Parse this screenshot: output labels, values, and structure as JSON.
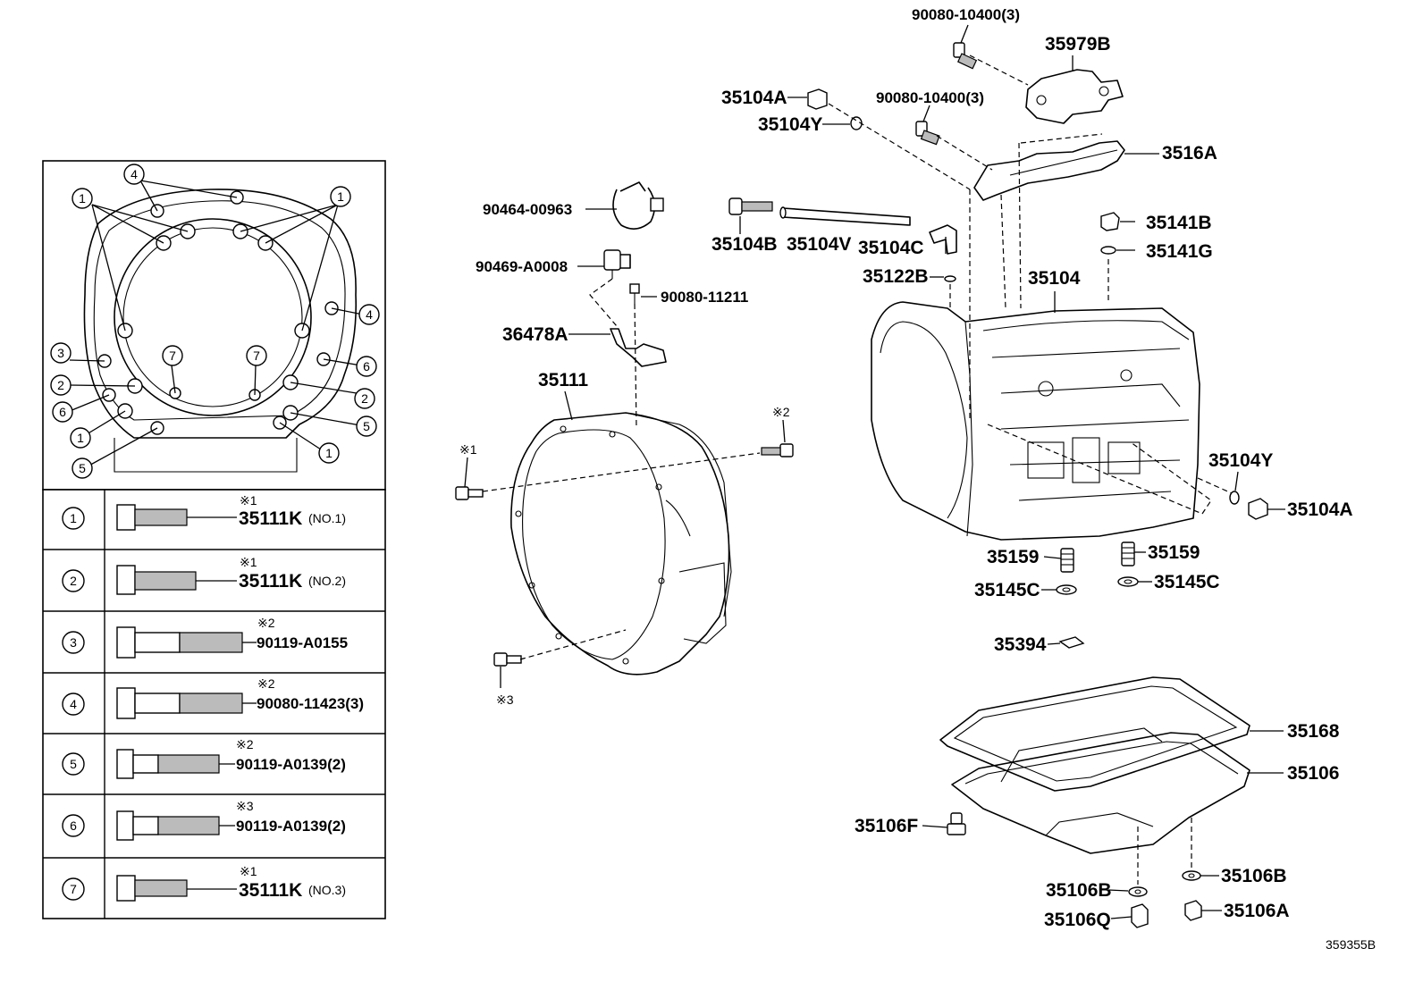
{
  "diagram_id": "359355B",
  "table_rows": [
    {
      "num": "①",
      "note": "※1",
      "part": "35111K",
      "suffix": "(NO.1)"
    },
    {
      "num": "②",
      "note": "※1",
      "part": "35111K",
      "suffix": "(NO.2)"
    },
    {
      "num": "③",
      "note": "※2",
      "part": "90119-A0155",
      "suffix": ""
    },
    {
      "num": "④",
      "note": "※2",
      "part": "90080-11423(3)",
      "suffix": ""
    },
    {
      "num": "⑤",
      "note": "※2",
      "part": "90119-A0139(2)",
      "suffix": ""
    },
    {
      "num": "⑥",
      "note": "※3",
      "part": "90119-A0139(2)",
      "suffix": ""
    },
    {
      "num": "⑦",
      "note": "※1",
      "part": "35111K",
      "suffix": "(NO.3)"
    }
  ],
  "callouts": {
    "c1": "1",
    "c2": "2",
    "c3": "3",
    "c4": "4",
    "c5": "5",
    "c6": "6",
    "c7": "7"
  },
  "labels": {
    "p_90080_10400_a": "90080-10400(3)",
    "p_35979B": "35979B",
    "p_35104A_top": "35104A",
    "p_90080_10400_b": "90080-10400(3)",
    "p_35104Y_top": "35104Y",
    "p_3516A": "3516A",
    "p_90464_00963": "90464-00963",
    "p_35104B": "35104B",
    "p_35104V": "35104V",
    "p_35104C": "35104C",
    "p_35141B": "35141B",
    "p_35141G": "35141G",
    "p_90469_A0008": "90469-A0008",
    "p_90080_11211": "90080-11211",
    "p_35122B": "35122B",
    "p_35104": "35104",
    "p_36478A": "36478A",
    "p_35111": "35111",
    "p_note2": "※2",
    "p_note1": "※1",
    "p_note3": "※3",
    "p_35104Y_right": "35104Y",
    "p_35104A_right": "35104A",
    "p_35159_l": "35159",
    "p_35159_r": "35159",
    "p_35145C_l": "35145C",
    "p_35145C_r": "35145C",
    "p_35394": "35394",
    "p_35168": "35168",
    "p_35106": "35106",
    "p_35106F": "35106F",
    "p_35106B_r": "35106B",
    "p_35106B_l": "35106B",
    "p_35106A": "35106A",
    "p_35106Q": "35106Q"
  }
}
